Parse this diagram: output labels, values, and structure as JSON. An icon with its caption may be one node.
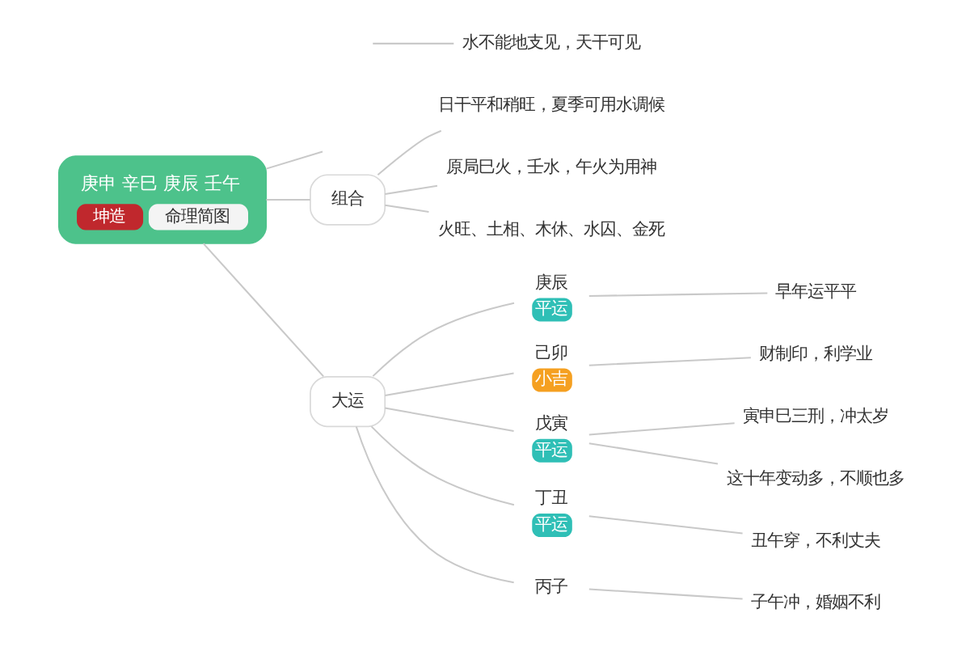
{
  "diagram": {
    "nodes": [
      {
        "text": [
          "庚申 辛巳 庚辰 壬午",
          "坤造",
          "命理简图"
        ]
      },
      {
        "text": [
          "水不能地支见，天干可见"
        ]
      },
      {
        "text": [
          "组合"
        ]
      },
      {
        "text": [
          "日干平和稍旺，夏季可用水调候"
        ]
      },
      {
        "text": [
          "原局巳火，壬水，午火为用神"
        ]
      },
      {
        "text": [
          "火旺、土相、木休、水囚、金死"
        ]
      },
      {
        "text": [
          "大运"
        ]
      },
      {
        "text": [
          "庚辰",
          "平运"
        ]
      },
      {
        "text": [
          "早年运平平"
        ]
      },
      {
        "text": [
          "己卯",
          "小吉"
        ]
      },
      {
        "text": [
          "财制印，利学业"
        ]
      },
      {
        "text": [
          "戊寅",
          "平运"
        ]
      },
      {
        "text": [
          "寅申巳三刑，冲太岁"
        ]
      },
      {
        "text": [
          "这十年变动多，不顺也多"
        ]
      },
      {
        "text": [
          "丁丑",
          "平运"
        ]
      },
      {
        "text": [
          "丑午穿，不利丈夫"
        ]
      },
      {
        "text": [
          "丙子"
        ]
      },
      {
        "text": [
          "子午冲，婚姻不利"
        ]
      }
    ],
    "edges": [
      {
        "from": 0,
        "to": null,
        "arrow": "none"
      },
      {
        "from": null,
        "to": 1,
        "arrow": "none"
      },
      {
        "from": 0,
        "to": 2,
        "arrow": "none"
      },
      {
        "from": 2,
        "to": 3,
        "arrow": "none"
      },
      {
        "from": 2,
        "to": 4,
        "arrow": "none"
      },
      {
        "from": 2,
        "to": 5,
        "arrow": "none"
      },
      {
        "from": 0,
        "to": 6,
        "arrow": "none"
      },
      {
        "from": 6,
        "to": 7,
        "arrow": "none"
      },
      {
        "from": 7,
        "to": 8,
        "arrow": "none"
      },
      {
        "from": 6,
        "to": 9,
        "arrow": "none"
      },
      {
        "from": 9,
        "to": 10,
        "arrow": "none"
      },
      {
        "from": 6,
        "to": 11,
        "arrow": "none"
      },
      {
        "from": 11,
        "to": 12,
        "arrow": "none"
      },
      {
        "from": 11,
        "to": 13,
        "arrow": "none"
      },
      {
        "from": 6,
        "to": 14,
        "arrow": "none"
      },
      {
        "from": 14,
        "to": 15,
        "arrow": "none"
      },
      {
        "from": 6,
        "to": 16,
        "arrow": "none"
      },
      {
        "from": 16,
        "to": 17,
        "arrow": "none"
      }
    ]
  }
}
